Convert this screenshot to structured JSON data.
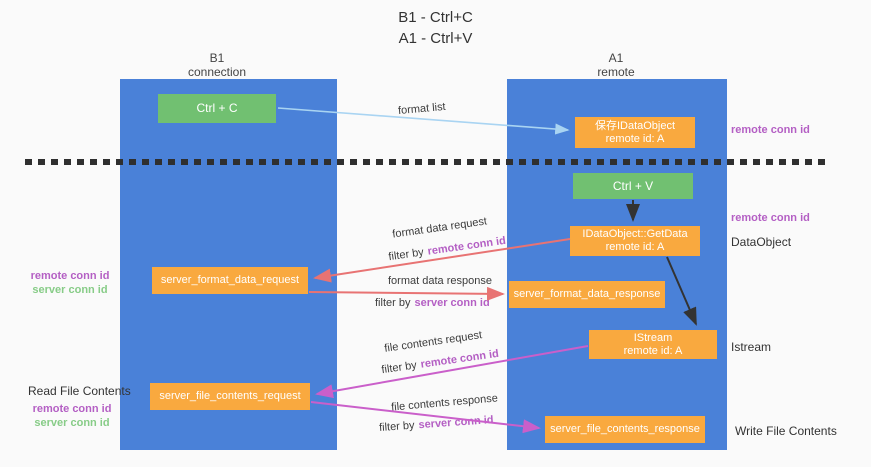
{
  "title": {
    "line1": "B1 - Ctrl+C",
    "line2": "A1 - Ctrl+V"
  },
  "columns": {
    "left": {
      "name": "B1",
      "subtitle": "connection"
    },
    "right": {
      "name": "A1",
      "subtitle": "remote"
    }
  },
  "boxes": {
    "ctrl_c": {
      "label": "Ctrl + C"
    },
    "ctrl_v": {
      "label": "Ctrl + V"
    },
    "save_dataobject": {
      "line1": "保存IDataObject",
      "line2": "remote id: A"
    },
    "getdata": {
      "line1": "IDataObject::GetData",
      "line2": "remote id: A"
    },
    "istream": {
      "line1": "IStream",
      "line2": "remote id: A"
    },
    "format_request": {
      "label": "server_format_data_request"
    },
    "format_response": {
      "label": "server_format_data_response"
    },
    "file_request": {
      "label": "server_file_contents_request"
    },
    "file_response": {
      "label": "server_file_contents_response"
    }
  },
  "flow_labels": {
    "format_list": "format list",
    "format_data_request": "format data request",
    "format_data_response": "format data response",
    "file_contents_request": "file contents request",
    "file_contents_response": "file contents response",
    "filter_by": "filter by",
    "remote_conn_id": "remote conn id",
    "server_conn_id": "server conn id"
  },
  "side_labels": {
    "remote_conn_id": "remote conn id",
    "server_conn_id": "server conn id",
    "dataobject": "DataObject",
    "istream": "Istream",
    "read_file_contents": "Read File Contents",
    "write_file_contents": "Write File Contents"
  },
  "colors": {
    "column_blue": "#4a81d8",
    "box_green": "#71c071",
    "box_orange": "#f9a93f",
    "accent_purple": "#b45fc4",
    "accent_green": "#87cc87",
    "arrow_blue": "#a9d4f2",
    "arrow_salmon": "#e87373",
    "arrow_magenta": "#ca5fca",
    "arrow_black": "#333333"
  }
}
